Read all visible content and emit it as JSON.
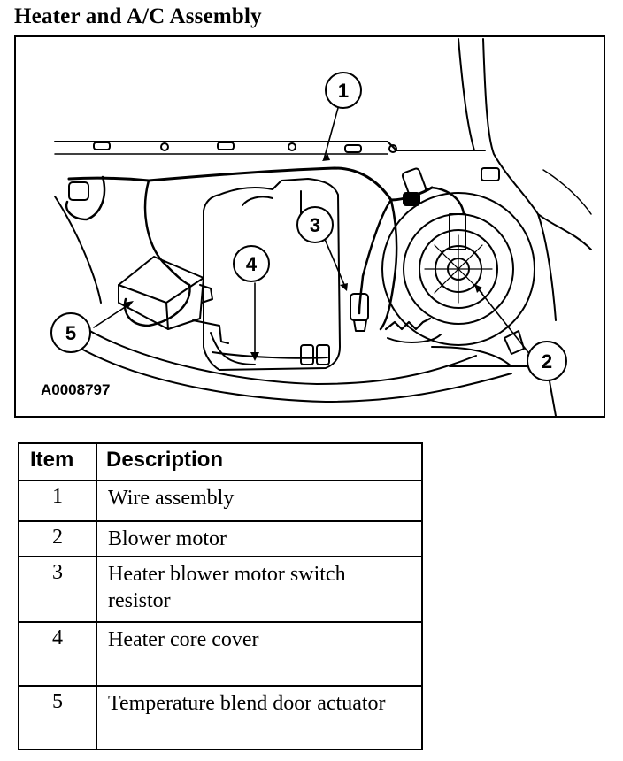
{
  "title": "Heater and A/C Assembly",
  "figure": {
    "id_label": "A0008797",
    "callouts": [
      "1",
      "2",
      "3",
      "4",
      "5"
    ]
  },
  "table": {
    "headers": {
      "item": "Item",
      "description": "Description"
    },
    "rows": [
      {
        "item": "1",
        "description": "Wire assembly"
      },
      {
        "item": "2",
        "description": "Blower motor"
      },
      {
        "item": "3",
        "description": "Heater blower motor switch resistor"
      },
      {
        "item": "4",
        "description": "Heater core cover"
      },
      {
        "item": "5",
        "description": "Temperature blend door actuator"
      }
    ]
  }
}
